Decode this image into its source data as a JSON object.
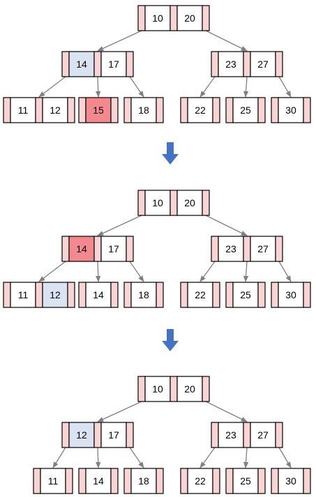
{
  "colors": {
    "pointer": "#fad3d5",
    "key": "#ffffff",
    "key_blue": "#dae3f2",
    "key_red": "#f3888f",
    "border": "#000000",
    "edge": "#808080",
    "arrow": "#4472c4"
  },
  "stages": [
    {
      "nodes": [
        {
          "keys": [
            {
              "label": "10"
            },
            {
              "label": "20"
            }
          ]
        },
        {
          "keys": [
            {
              "label": "14",
              "state": "blue"
            },
            {
              "label": "17"
            }
          ]
        },
        {
          "keys": [
            {
              "label": "23"
            },
            {
              "label": "27"
            }
          ]
        },
        {
          "keys": [
            {
              "label": "11"
            },
            {
              "label": "12"
            }
          ]
        },
        {
          "keys": [
            {
              "label": "15",
              "state": "red"
            }
          ]
        },
        {
          "keys": [
            {
              "label": "18"
            }
          ]
        },
        {
          "keys": [
            {
              "label": "22"
            }
          ]
        },
        {
          "keys": [
            {
              "label": "25"
            }
          ]
        },
        {
          "keys": [
            {
              "label": "30"
            }
          ]
        }
      ]
    },
    {
      "nodes": [
        {
          "keys": [
            {
              "label": "10"
            },
            {
              "label": "20"
            }
          ]
        },
        {
          "keys": [
            {
              "label": "14",
              "state": "red"
            },
            {
              "label": "17"
            }
          ]
        },
        {
          "keys": [
            {
              "label": "23"
            },
            {
              "label": "27"
            }
          ]
        },
        {
          "keys": [
            {
              "label": "11"
            },
            {
              "label": "12",
              "state": "blue"
            }
          ]
        },
        {
          "keys": [
            {
              "label": "14"
            }
          ]
        },
        {
          "keys": [
            {
              "label": "18"
            }
          ]
        },
        {
          "keys": [
            {
              "label": "22"
            }
          ]
        },
        {
          "keys": [
            {
              "label": "25"
            }
          ]
        },
        {
          "keys": [
            {
              "label": "30"
            }
          ]
        }
      ]
    },
    {
      "nodes": [
        {
          "keys": [
            {
              "label": "10"
            },
            {
              "label": "20"
            }
          ]
        },
        {
          "keys": [
            {
              "label": "12",
              "state": "blue"
            },
            {
              "label": "17"
            }
          ]
        },
        {
          "keys": [
            {
              "label": "23"
            },
            {
              "label": "27"
            }
          ]
        },
        {
          "keys": [
            {
              "label": "11"
            }
          ]
        },
        {
          "keys": [
            {
              "label": "14"
            }
          ]
        },
        {
          "keys": [
            {
              "label": "18"
            }
          ]
        },
        {
          "keys": [
            {
              "label": "22"
            }
          ]
        },
        {
          "keys": [
            {
              "label": "25"
            }
          ]
        },
        {
          "keys": [
            {
              "label": "30"
            }
          ]
        }
      ]
    }
  ]
}
